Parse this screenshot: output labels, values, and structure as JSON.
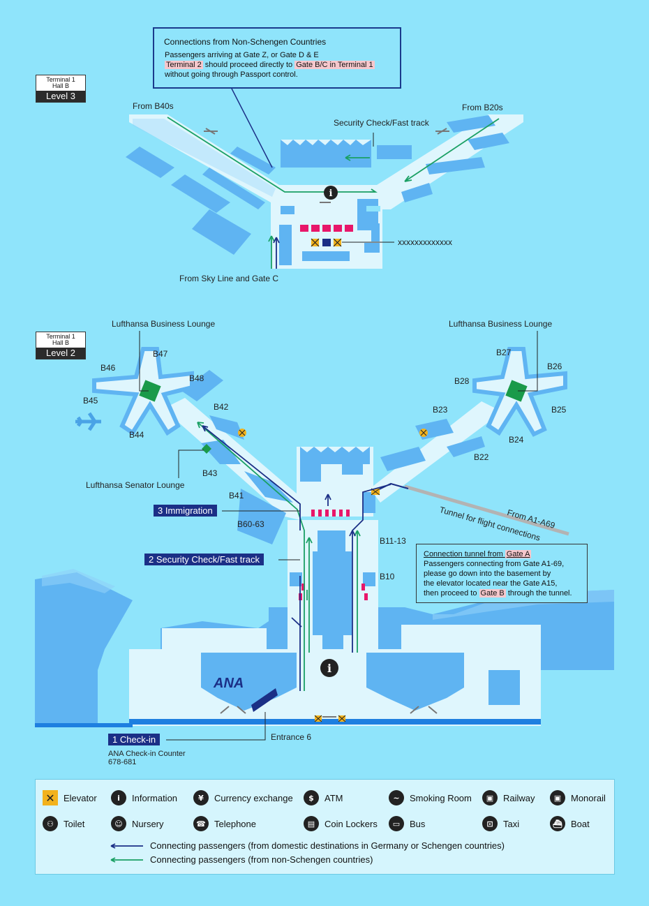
{
  "infobox": {
    "title": "Connections from Non-Schengen Countries",
    "line1": "Passengers arriving at Gate Z, or Gate D & E",
    "line2_hl1": "Terminal 2",
    "line2_mid": " should proceed directly to ",
    "line2_hl2": "Gate B/C in Terminal 1",
    "line3": "without going through Passport control."
  },
  "level3": {
    "terminal": "Terminal 1",
    "hall": "Hall B",
    "level": "Level 3",
    "from_b40s": "From B40s",
    "from_b20s": "From B20s",
    "security": "Security Check/Fast track",
    "xxxx": "xxxxxxxxxxxxx",
    "from_skyline": "From Sky Line and Gate C"
  },
  "level2": {
    "terminal": "Terminal 1",
    "hall": "Hall B",
    "level": "Level 2",
    "lounge_left": "Lufthansa Business Lounge",
    "lounge_right": "Lufthansa Business Lounge",
    "senator": "Lufthansa Senator Lounge",
    "gates": {
      "b47": "B47",
      "b46": "B46",
      "b48": "B48",
      "b45": "B45",
      "b44": "B44",
      "b42": "B42",
      "b43": "B43",
      "b41": "B41",
      "b60": "B60-63",
      "b27": "B27",
      "b26": "B26",
      "b28": "B28",
      "b25": "B25",
      "b23": "B23",
      "b24": "B24",
      "b22": "B22",
      "b11": "B11-13",
      "b10": "B10"
    },
    "from_a1": "From A1-A69",
    "tunnel": "Tunnel for flight connections",
    "tunnel_box": {
      "title_pre": "Connection tunnel from ",
      "title_hl": "Gate A",
      "line1": "Passengers connecting from Gate A1-69,",
      "line2": "please go down into the basement by",
      "line3": "the elevator located near the Gate A15,",
      "line4_pre": "then proceed to ",
      "line4_hl": "Gate B",
      "line4_post": " through the tunnel."
    },
    "step3": "3 Immigration",
    "step2": "2 Security Check/Fast track",
    "step1": "1 Check-in",
    "ana_counter": "ANA Check-in Counter",
    "ana_counter_no": "678-681",
    "entrance": "Entrance 6",
    "ana_logo": "ANA"
  },
  "legend": {
    "elevator": "Elevator",
    "information": "Information",
    "currency": "Currency exchange",
    "atm": "ATM",
    "smoking": "Smoking Room",
    "railway": "Railway",
    "monorail": "Monorail",
    "toilet": "Toilet",
    "nursery": "Nursery",
    "telephone": "Telephone",
    "lockers": "Coin Lockers",
    "bus": "Bus",
    "taxi": "Taxi",
    "boat": "Boat",
    "conn_domestic": "Connecting passengers (from domestic destinations in Germany or Schengen countries)",
    "conn_nonschengen": "Connecting passengers (from non-Schengen countries)"
  },
  "colors": {
    "background": "#8fe4fb",
    "floor": "#dff6fd",
    "wall": "#5fb4f2",
    "navy": "#1b2f86",
    "green": "#1aa064",
    "elevator": "#f2b21c",
    "lounge": "#1a9a4a",
    "counter": "#e8176a"
  }
}
